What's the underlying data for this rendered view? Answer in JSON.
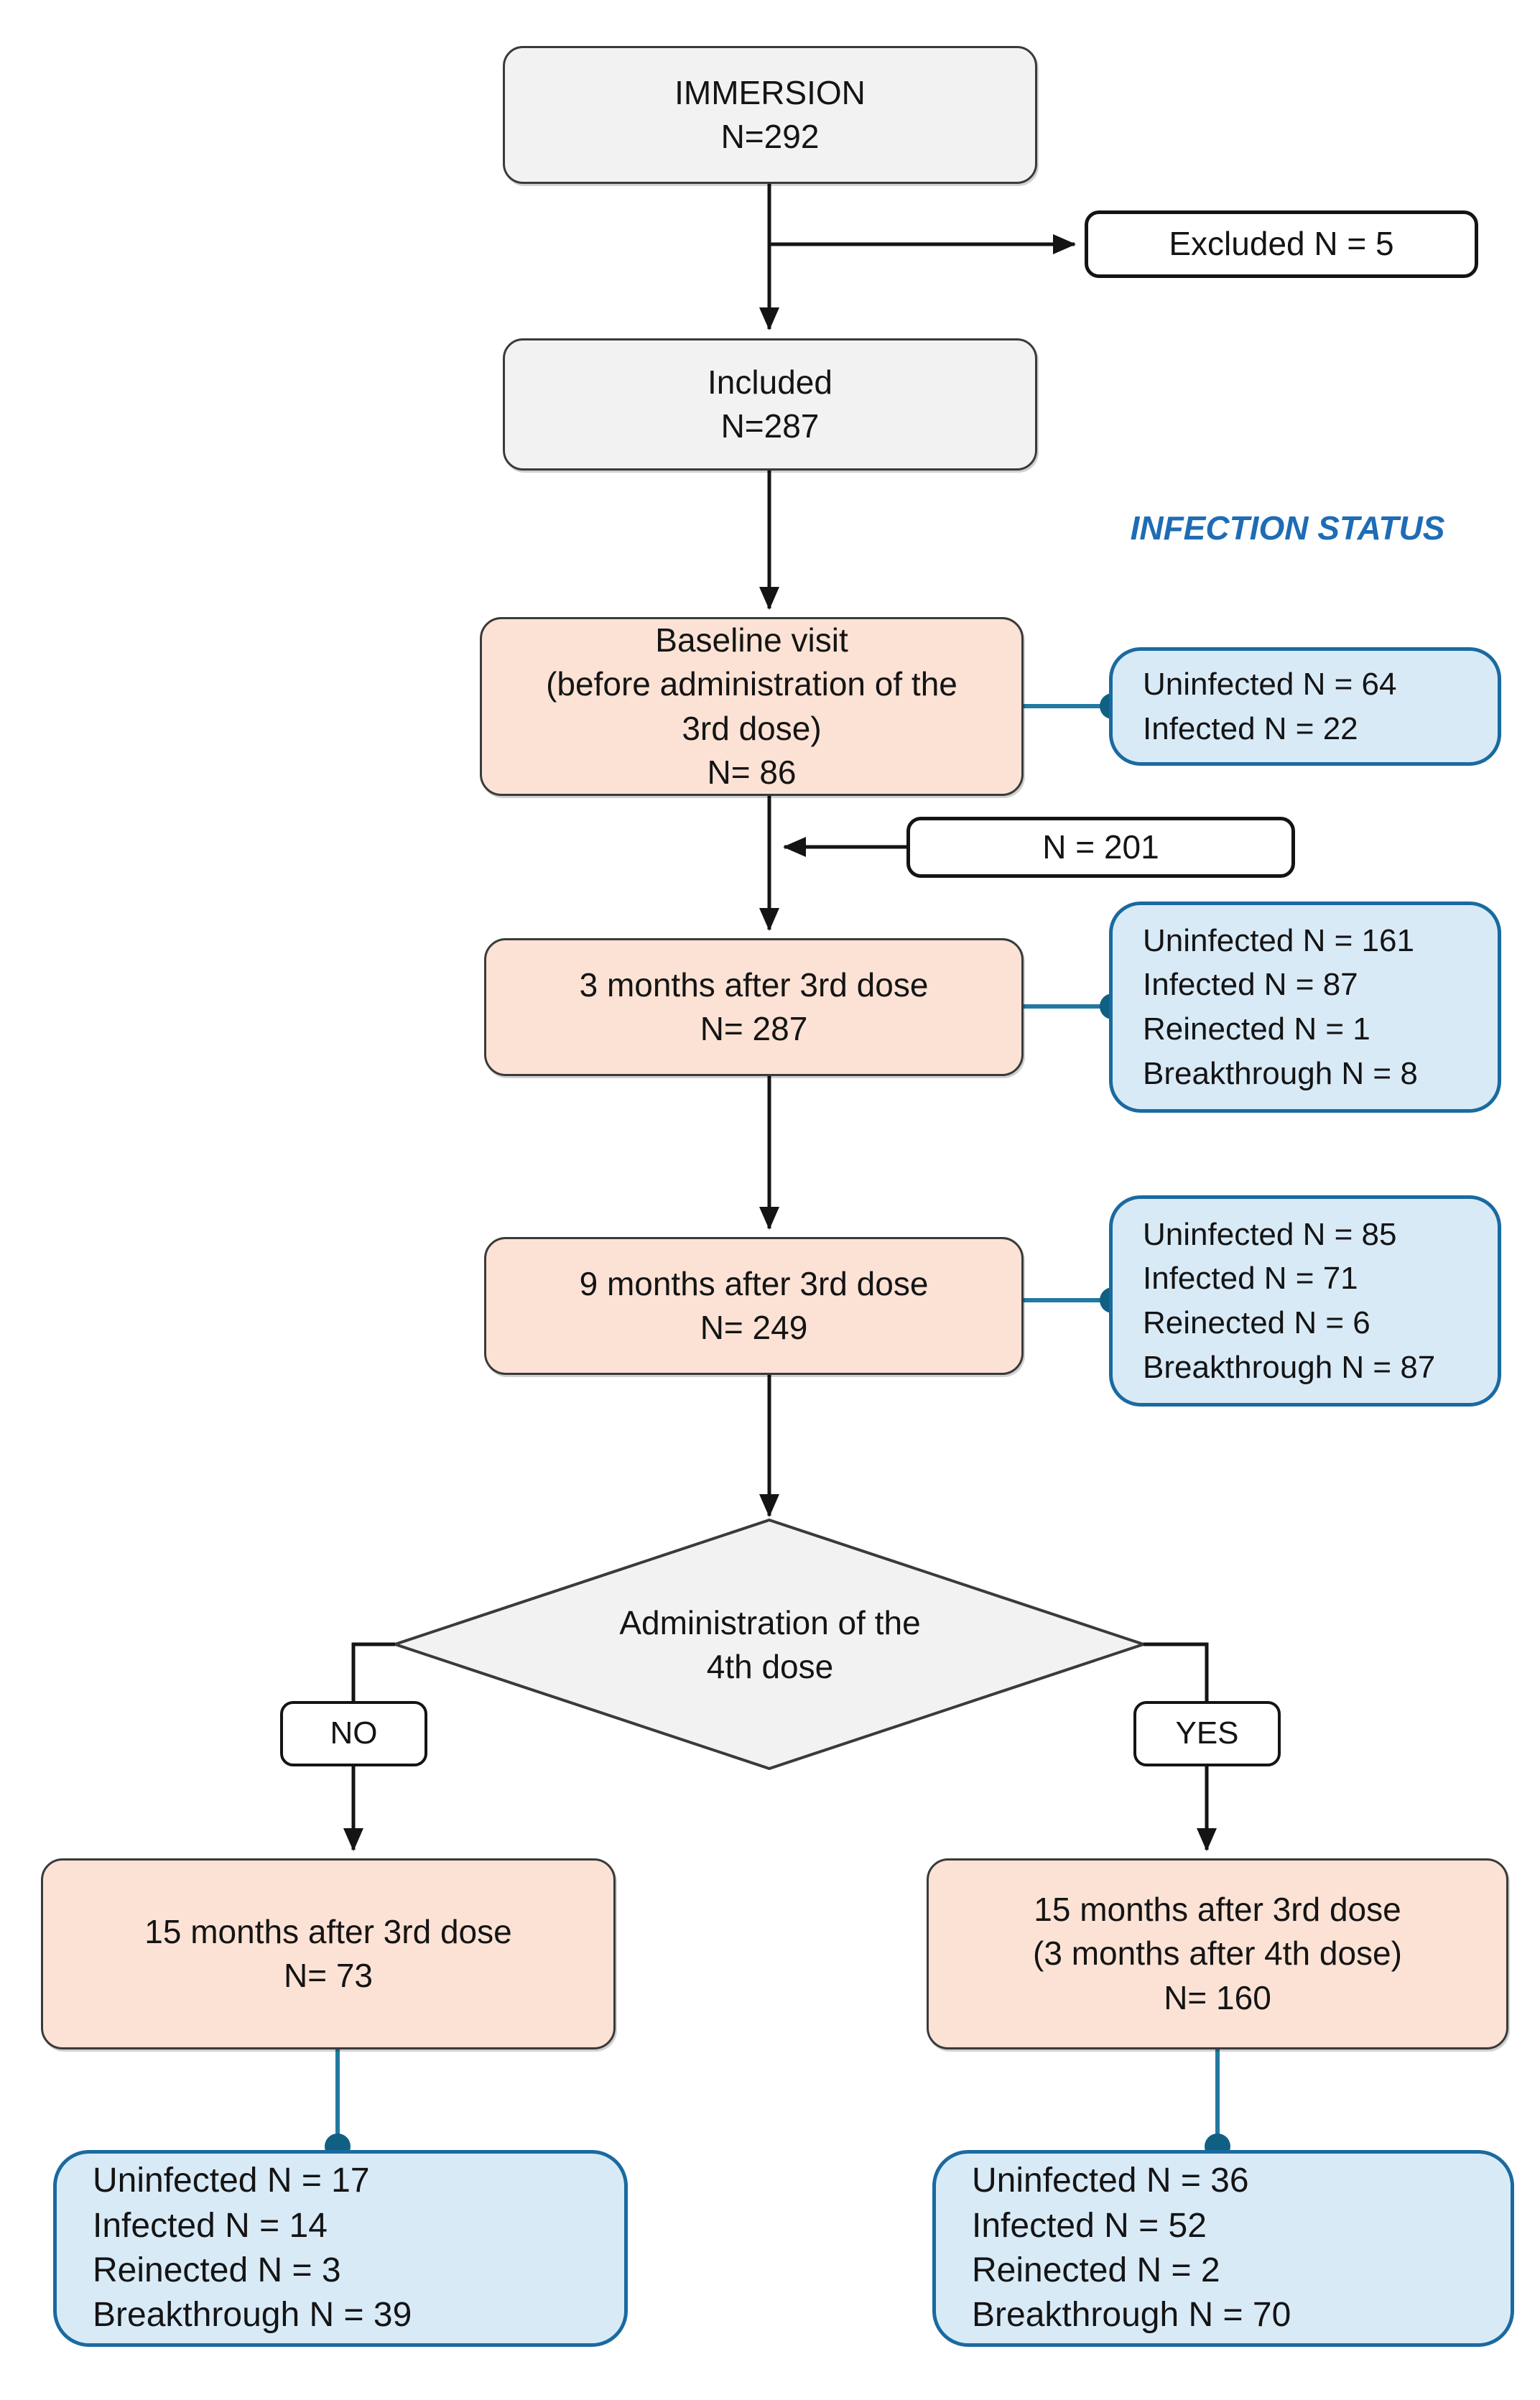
{
  "diagram": {
    "title_note": "IMMERSION study flow diagram",
    "infection_status_label": "INFECTION STATUS",
    "colors": {
      "neutral_box_fill": "#f2f2f2",
      "visit_box_fill": "#fbe2d5",
      "status_box_fill": "#d9eaf7",
      "status_box_border": "#1a6aa0",
      "connector_teal": "#2279a1",
      "connector_dot": "#106083",
      "arrow_black": "#141414",
      "status_label_text": "#1e6cb5"
    }
  },
  "nodes": {
    "immersion": {
      "text": "IMMERSION\nN=292"
    },
    "excluded": {
      "text": "Excluded N = 5"
    },
    "included": {
      "text": "Included\nN=287"
    },
    "baseline": {
      "text": "Baseline visit\n(before administration of the\n3rd dose)\nN= 86"
    },
    "status_baseline": {
      "text": "Uninfected N = 64\nInfected N = 22"
    },
    "n201": {
      "text": "N = 201"
    },
    "month3": {
      "text": "3 months after 3rd dose\nN= 287"
    },
    "status_month3": {
      "text": "Uninfected N = 161\nInfected N = 87\nReinected N = 1\nBreakthrough N = 8"
    },
    "month9": {
      "text": "9 months after 3rd dose\nN= 249"
    },
    "status_month9": {
      "text": "Uninfected N = 85\nInfected N = 71\nReinected N = 6\nBreakthrough N = 87"
    },
    "decision": {
      "text": "Administration of the\n4th dose"
    },
    "no_label": {
      "text": "NO"
    },
    "yes_label": {
      "text": "YES"
    },
    "month15_no": {
      "text": "15 months after 3rd dose\nN= 73"
    },
    "month15_yes": {
      "text": "15 months after 3rd dose\n(3 months after 4th dose)\nN= 160"
    },
    "status_month15_no": {
      "text": "Uninfected N = 17\nInfected N = 14\nReinected N = 3\nBreakthrough N = 39"
    },
    "status_month15_yes": {
      "text": "Uninfected N = 36\nInfected N = 52\nReinected N = 2\nBreakthrough N = 70"
    }
  }
}
